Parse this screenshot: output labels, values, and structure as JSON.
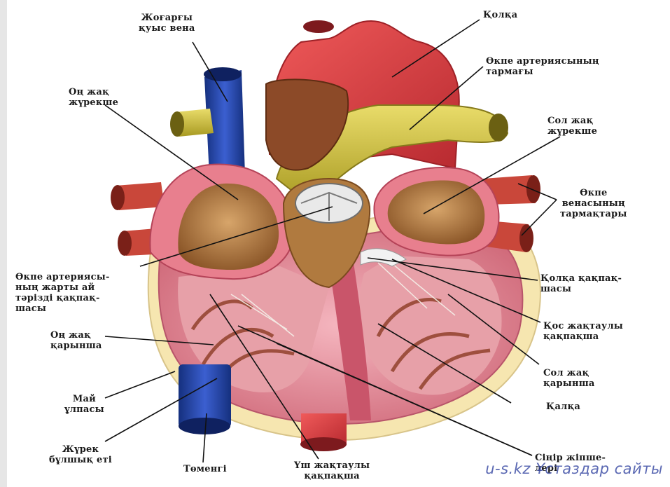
{
  "labels": {
    "superior_vena_cava": [
      "Жоғарғы",
      "қуыс вена"
    ],
    "aorta": [
      "Қолқа"
    ],
    "pulmonary_artery_branch": [
      "Өкпе артериясының",
      "тармағы"
    ],
    "right_atrium": [
      "Оң жақ",
      "жүрекше"
    ],
    "left_atrium": [
      "Сол жақ",
      "жүрекше"
    ],
    "pulmonary_veins": [
      "Өкпе",
      "венасының",
      "тармақтары"
    ],
    "pulmonary_valve": [
      "Өкпе артериясы-",
      "ның жарты ай",
      "тәрізді қақпақ-",
      "шасы"
    ],
    "aortic_valve": [
      "Қолқа қақпақ-",
      "шасы"
    ],
    "right_ventricle": [
      "Оң жақ",
      "қарынша"
    ],
    "bicuspid_valve": [
      "Қос жақтаулы",
      "қақпақша"
    ],
    "left_ventricle": [
      "Сол жақ",
      "қарынша"
    ],
    "septum": [
      "Қалқа"
    ],
    "fat_layer": [
      "Май",
      "ұлпасы"
    ],
    "heart_muscle": [
      "Жүрек",
      "бұлшық еті"
    ],
    "inferior": [
      "Төменгі"
    ],
    "tricuspid_valve": [
      "Үш жақтаулы",
      "қақпақша"
    ],
    "tendon_chords": [
      "Сіңір жіпше-",
      "лері"
    ]
  },
  "watermark": "u-s.kz  Ұстаздар сайты",
  "colors": {
    "aorta": "#d93a3f",
    "vena": "#1f3f9e",
    "pulmonary": "#d8c23a",
    "pulmonary_vein": "#c9473a",
    "muscle": "#e88f9c",
    "chamber": "#b07a3f",
    "fat": "#f7e7b4"
  }
}
